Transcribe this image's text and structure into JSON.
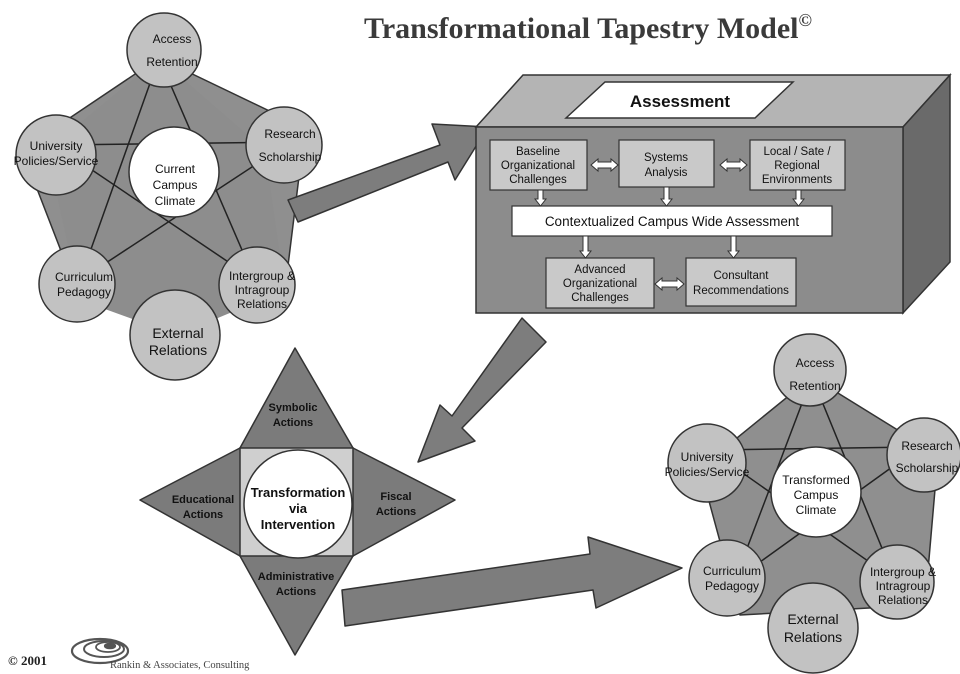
{
  "title": "Transformational Tapestry Model",
  "title_mark": "©",
  "left_pentagon": {
    "center": [
      "Current",
      "Campus",
      "Climate"
    ],
    "access": [
      "Access",
      "Retention"
    ],
    "research": [
      "Research",
      "Scholarship"
    ],
    "university": [
      "University",
      "Policies/Service"
    ],
    "curriculum": [
      "Curriculum",
      "Pedagogy"
    ],
    "intergroup": [
      "Intergroup &",
      "Intragroup",
      "Relations"
    ],
    "external": [
      "External",
      "Relations"
    ]
  },
  "assessment": {
    "title": "Assessment",
    "baseline": [
      "Baseline",
      "Organizational",
      "Challenges"
    ],
    "systems": [
      "Systems",
      "Analysis"
    ],
    "local": [
      "Local / Sate /",
      "Regional",
      "Environments"
    ],
    "contextualized": "Contextualized Campus Wide Assessment",
    "advanced": [
      "Advanced",
      "Organizational",
      "Challenges"
    ],
    "consultant": [
      "Consultant",
      "Recommendations"
    ]
  },
  "star": {
    "center": [
      "Transformation",
      "via",
      "Intervention"
    ],
    "top": [
      "Symbolic",
      "Actions"
    ],
    "left": [
      "Educational",
      "Actions"
    ],
    "right": [
      "Fiscal",
      "Actions"
    ],
    "bottom": [
      "Administrative",
      "Actions"
    ]
  },
  "right_pentagon": {
    "center": [
      "Transformed",
      "Campus",
      "Climate"
    ],
    "access": [
      "Access",
      "Retention"
    ],
    "research": [
      "Research",
      "Scholarship"
    ],
    "university": [
      "University",
      "Policies/Service"
    ],
    "curriculum": [
      "Curriculum",
      "Pedagogy"
    ],
    "intergroup": [
      "Intergroup &",
      "Intragroup",
      "Relations"
    ],
    "external": [
      "External",
      "Relations"
    ]
  },
  "footer": {
    "copyright": "© 2001",
    "company": "Rankin & Associates, Consulting"
  },
  "colors": {
    "pentagon_fill": "#8f8f8f",
    "circle_fill": "#c2c2c2",
    "box_front": "#8c8c8c",
    "box_top": "#b4b4b4",
    "box_side": "#6a6a6a",
    "arrow_fill": "#7d7d7d",
    "inner_box": "#c9c9c9",
    "star_fill": "#7b7b7b"
  }
}
